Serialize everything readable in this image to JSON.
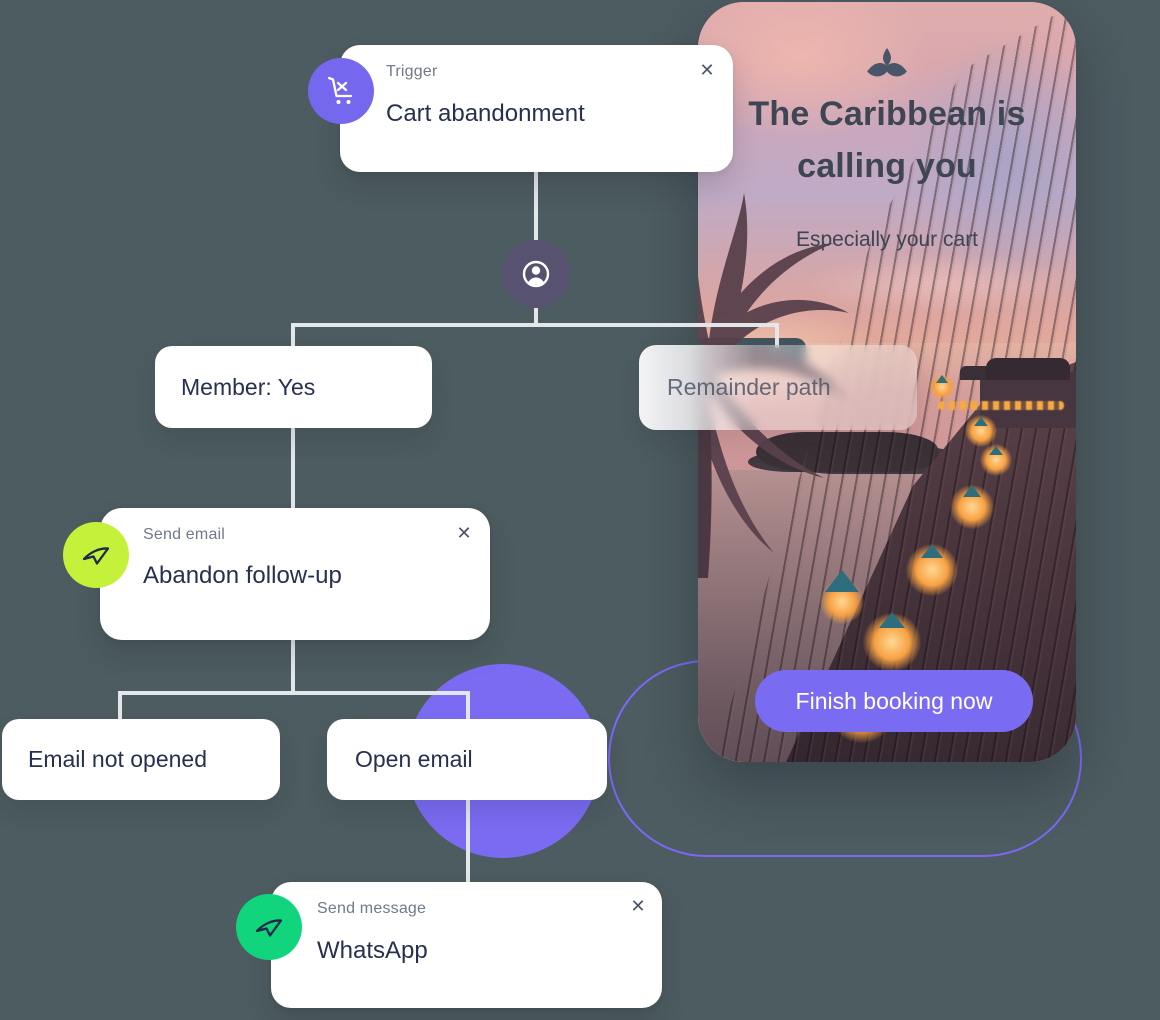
{
  "canvas": {
    "background": "#4d5c60"
  },
  "colors": {
    "accent_purple": "#7a6bf2",
    "trigger_purple": "#7668ee",
    "lime_green": "#c6f13a",
    "emerald_green": "#10d57d",
    "node_slate": "#575270",
    "connector": "#e4e7e9",
    "card_text": "#273050",
    "card_label": "#6f7a8a",
    "outline_purple": "#7c68f7"
  },
  "workflow": {
    "trigger": {
      "label": "Trigger",
      "title": "Cart abandonment",
      "icon": "cart-abandonment-icon"
    },
    "split": {
      "icon": "person-icon"
    },
    "branch_left": {
      "text": "Member: Yes"
    },
    "branch_right": {
      "text": "Remainder path"
    },
    "email": {
      "label": "Send email",
      "title": "Abandon follow-up",
      "icon": "paper-plane-icon"
    },
    "condition_left": {
      "text": "Email not opened"
    },
    "condition_right": {
      "text": "Open email"
    },
    "message": {
      "label": "Send message",
      "title": "WhatsApp",
      "icon": "paper-plane-icon"
    }
  },
  "phone": {
    "logo": "lotus-logo",
    "heading_line1": "The Caribbean is",
    "heading_line2": "calling you",
    "subtitle": "Especially your cart",
    "cta": "Finish booking now"
  },
  "icons": {
    "close": "✕"
  }
}
